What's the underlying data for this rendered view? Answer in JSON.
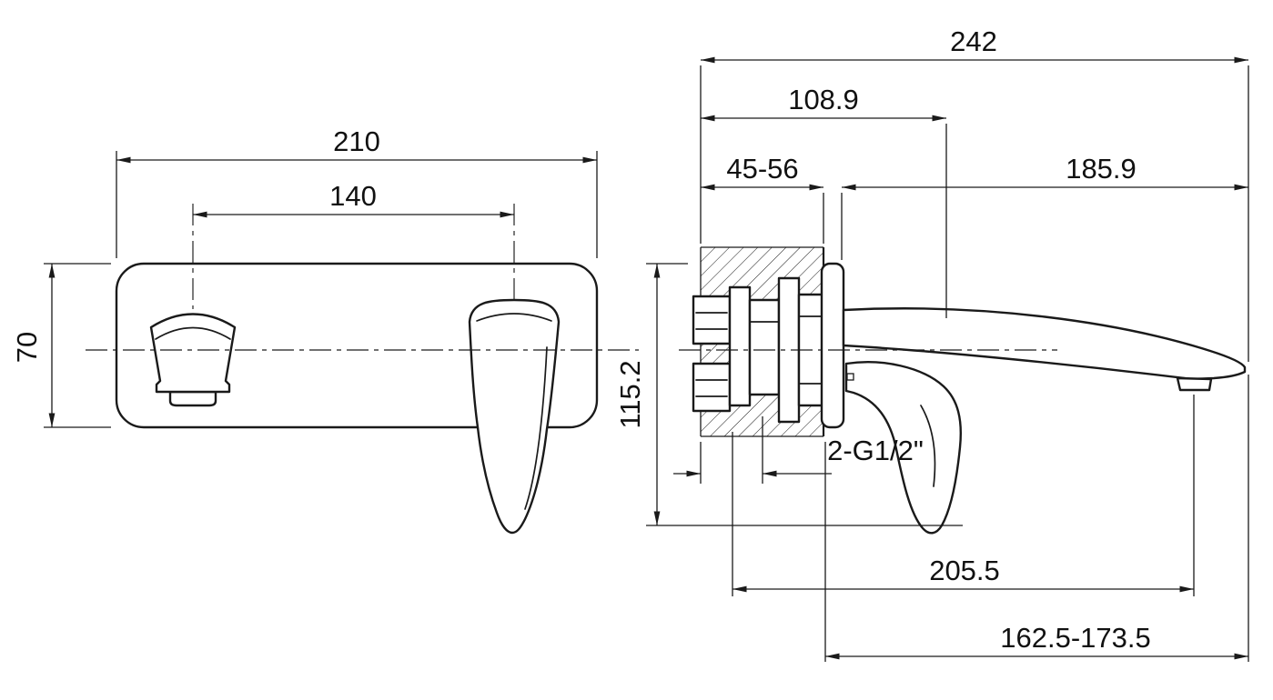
{
  "drawing": {
    "type": "technical-dimension-drawing",
    "subject": "wall-mounted basin mixer tap (front view and sectional side view)",
    "line_color": "#1a1a1a",
    "background_color": "#ffffff",
    "front_view": {
      "dim_plate_width": "210",
      "dim_spout_to_handle": "140",
      "dim_plate_height": "70"
    },
    "side_view": {
      "dim_total_reach": "242",
      "dim_wall_to_body": "108.9",
      "dim_wall_depth_range": "45-56",
      "dim_spout_projection": "185.9",
      "dim_height": "115.2",
      "label_inlet_thread": "2-G1/2\"",
      "dim_outlet_projection": "205.5",
      "dim_projection_range": "162.5-173.5"
    }
  }
}
